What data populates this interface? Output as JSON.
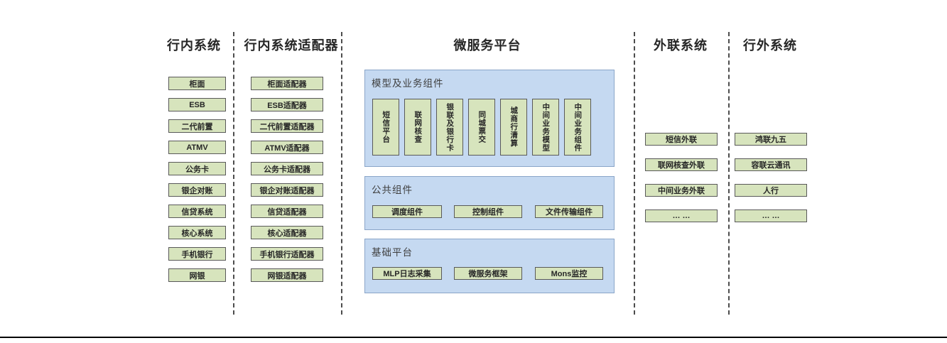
{
  "headers": {
    "inbank": "行内系统",
    "adapters": "行内系统适配器",
    "platform": "微服务平台",
    "outlink": "外联系统",
    "external": "行外系统"
  },
  "inbank": {
    "items": [
      "柜面",
      "ESB",
      "二代前置",
      "ATMV",
      "公务卡",
      "银企对账",
      "信贷系统",
      "核心系统",
      "手机银行",
      "网银"
    ]
  },
  "adapters": {
    "items": [
      "柜面适配器",
      "ESB适配器",
      "二代前置适配器",
      "ATMV适配器",
      "公务卡适配器",
      "银企对账适配器",
      "信贷适配器",
      "核心适配器",
      "手机银行适配器",
      "网银适配器"
    ]
  },
  "platform": {
    "model": {
      "title": "模型及业务组件",
      "items": [
        "短信平台",
        "联网核查",
        "银联及银行卡",
        "同城票交",
        "城商行清算",
        "中间业务模型",
        "中间业务组件"
      ]
    },
    "common": {
      "title": "公共组件",
      "items": [
        "调度组件",
        "控制组件",
        "文件传输组件"
      ]
    },
    "base": {
      "title": "基础平台",
      "items": [
        "MLP日志采集",
        "微服务框架",
        "Mons监控"
      ]
    }
  },
  "outlink": {
    "items": [
      "短信外联",
      "联网核查外联",
      "中间业务外联",
      "… …"
    ]
  },
  "external": {
    "items": [
      "鸿联九五",
      "容联云通讯",
      "人行",
      "… …"
    ]
  },
  "colors": {
    "box_green": "#d7e4bd",
    "box_border": "#595959",
    "panel_blue": "#c5d9f1",
    "panel_border": "#8aa5c8",
    "separator": "#4d4d4d",
    "header_text": "#262626",
    "bottom_line": "#000000"
  }
}
